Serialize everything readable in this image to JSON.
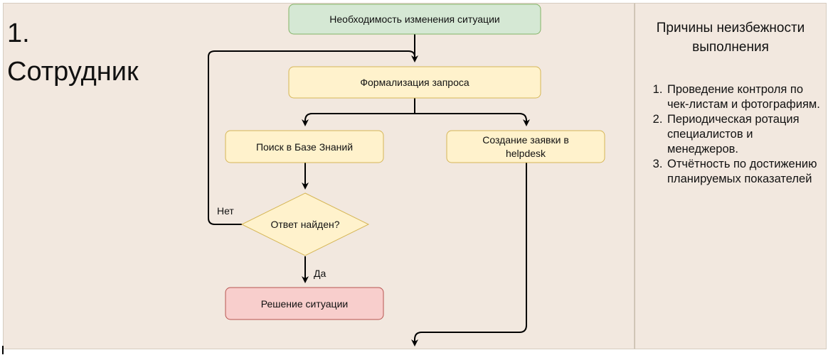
{
  "lane": {
    "title": "1.\nСотрудник"
  },
  "sidebar": {
    "title": "Причины неизбежности выполнения",
    "reasons": [
      "Проведение контроля по чек-листам и фотографиям.",
      "Периодическая ротация специалистов и менеджеров.",
      "Отчётность по достижению планируемых показателей"
    ]
  },
  "flow": {
    "start": "Необходимость изменения ситуации",
    "formalize": "Формализация запроса",
    "search": "Поиск в Базе Знаний",
    "ticket_line1": "Создание заявки в",
    "ticket_line2": "helpdesk",
    "decision": "Ответ найден?",
    "solve": "Решение ситуации",
    "label_no": "Нет",
    "label_yes": "Да"
  },
  "colors": {
    "lane_bg": "#f2e8df",
    "start_fill": "#d5e8d4",
    "start_stroke": "#82b366",
    "process_fill": "#fff2cc",
    "process_stroke": "#d6b656",
    "solve_fill": "#f8cecc",
    "solve_stroke": "#b85450",
    "edge": "#000000"
  }
}
